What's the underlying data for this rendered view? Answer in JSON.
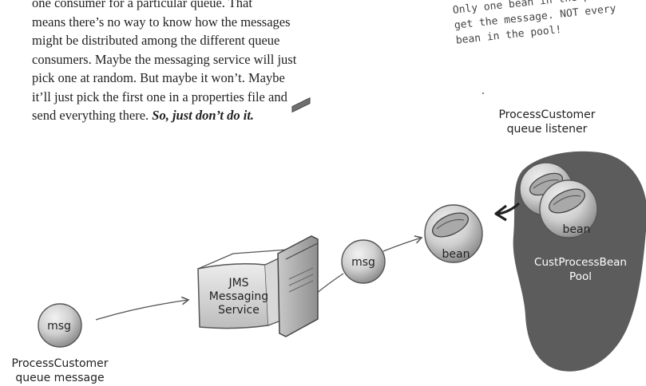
{
  "paragraph": {
    "line_1": "one consumer for a particular queue. That",
    "line_2": "means there’s no way to know how the messages",
    "line_3": "might be distributed among the different queue",
    "line_4": "consumers. Maybe the messaging service will just",
    "line_5": "pick one at random. But maybe it won’t. Maybe",
    "line_6": "it’ll just pick the first one in a properties file and",
    "line_7_plain": "send everything there. ",
    "line_7_emphasis": "So, just don’t do it."
  },
  "note": {
    "line_1": "Only one bean in the pool will",
    "line_2": "get the message. NOT every",
    "line_3": "bean in the pool!"
  },
  "labels": {
    "queue_listener_line_1": "ProcessCustomer",
    "queue_listener_line_2": "queue listener",
    "queue_message_line_1": "ProcessCustomer",
    "queue_message_line_2": "queue message"
  },
  "nodes": {
    "msg_left": "msg",
    "msg_middle": "msg",
    "jms_line_1": "JMS",
    "jms_line_2": "Messaging",
    "jms_line_3": "Service",
    "bean_active": "bean",
    "bean_pool": "bean",
    "pool_line_1": "CustProcessBean",
    "pool_line_2": "Pool"
  },
  "colors": {
    "pool_fill": "#5c5c5c",
    "pool_text": "#ffffff",
    "sphere_light": "#e4e4e4",
    "sphere_dark": "#9a9a9a",
    "ink": "#333333"
  }
}
